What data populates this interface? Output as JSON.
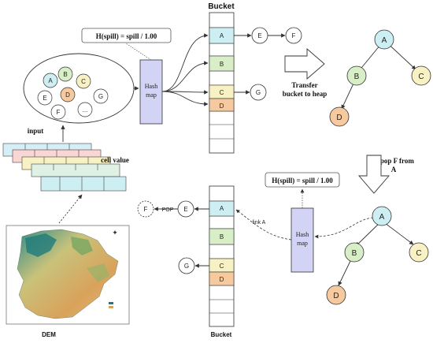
{
  "colors": {
    "cyan": "#cdeef2",
    "green": "#d8eec7",
    "yellow": "#f8f1c4",
    "orange": "#f7c99e",
    "pink": "#f9d5d3",
    "hash": "#d3d3f5",
    "mint": "#dff1e3",
    "lightblue": "#d6eef5"
  },
  "top": {
    "bucket_title": "Bucket",
    "formula": "H(spill) = spill / 1.00",
    "hash_label_1": "Hash",
    "hash_label_2": "map",
    "buckets": [
      "A",
      "B",
      "C",
      "D"
    ],
    "chain_a": [
      "E",
      "F"
    ],
    "chain_c": [
      "G"
    ],
    "transfer_1": "Transfer",
    "transfer_2": "bucket to heap"
  },
  "input": {
    "nodes": [
      "A",
      "B",
      "C",
      "D",
      "E",
      "F",
      "G",
      "..."
    ],
    "label": "input",
    "cell_value": "cell value",
    "dem_label": "DEM"
  },
  "heap_top": [
    "A",
    "B",
    "C",
    "D"
  ],
  "right": {
    "pop_text_1": "If pop F from",
    "pop_text_2": "A"
  },
  "bottom": {
    "formula": "H(spill) = spill / 1.00",
    "hash_label_1": "Hash",
    "hash_label_2": "map",
    "buckets": [
      "A",
      "B",
      "C",
      "D"
    ],
    "e_node": "E",
    "f_node": "F",
    "pop": "POP",
    "g_node": "G",
    "link": "link A",
    "bucket_title": "Bucket"
  },
  "heap_bottom": [
    "A",
    "B",
    "C",
    "D"
  ]
}
